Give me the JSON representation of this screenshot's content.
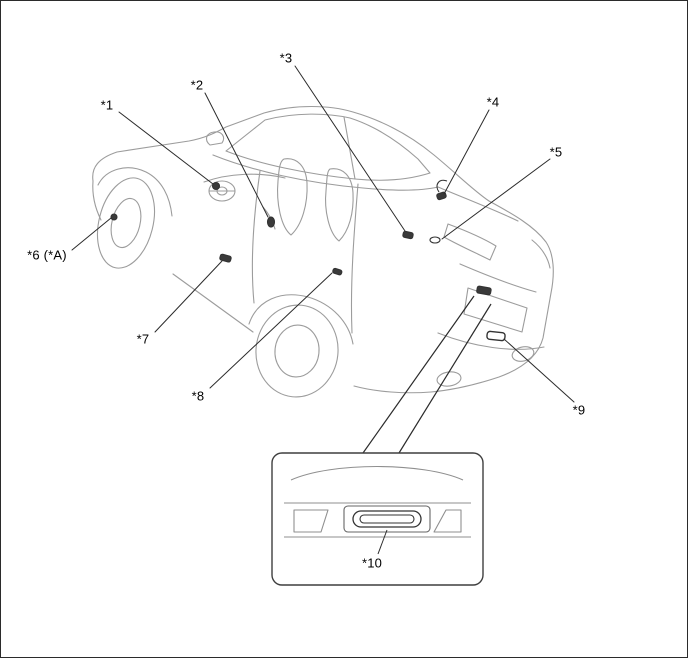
{
  "diagram": {
    "callouts": [
      {
        "label": "*1"
      },
      {
        "label": "*2"
      },
      {
        "label": "*3"
      },
      {
        "label": "*4"
      },
      {
        "label": "*5"
      },
      {
        "label": "*6 (*A)"
      },
      {
        "label": "*7"
      },
      {
        "label": "*8"
      },
      {
        "label": "*9"
      },
      {
        "label": "*10"
      }
    ],
    "colors": {
      "background": "#ffffff",
      "car_outline": "#9c9c9c",
      "callout_line": "#2b2b2b",
      "component_fill": "#3a3a3a",
      "text": "#000000"
    }
  }
}
